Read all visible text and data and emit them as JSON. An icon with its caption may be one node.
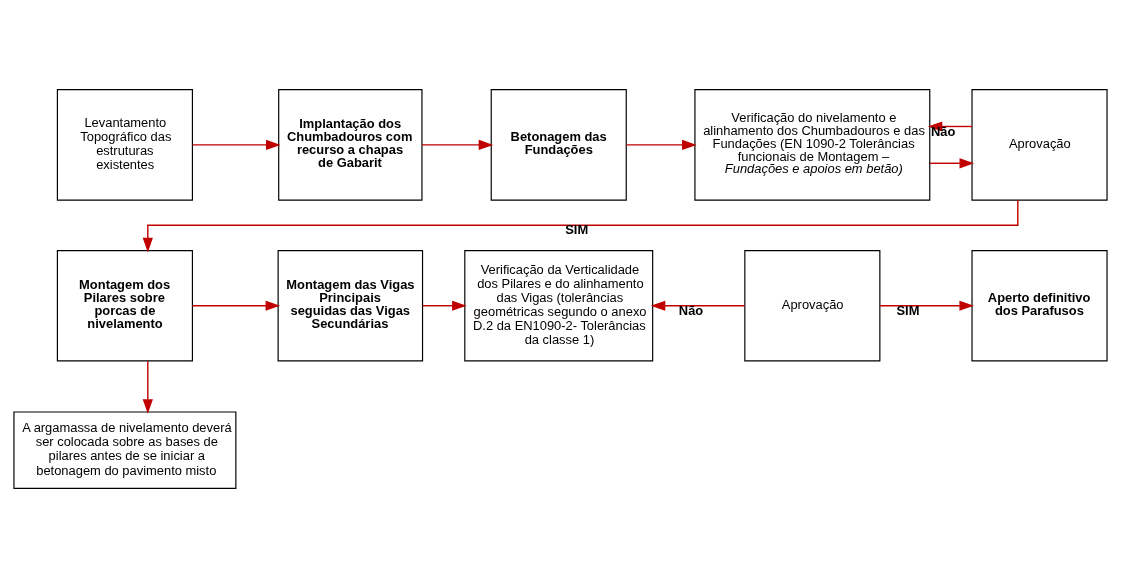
{
  "diagram": {
    "nodes": [
      {
        "text": [
          "Levantamento Topográfico das estruturas existentes"
        ]
      },
      {
        "text": [
          "Implantação dos Chumbadouros com recurso a chapas de Gabarit"
        ]
      },
      {
        "text": [
          "Betonagem das Fundações"
        ]
      },
      {
        "text": [
          "Verificação do nivelamento e alinhamento dos Chumbadouros e das Fundações (EN 1090-2 Tolerâncias funcionais de Montagem – *Fundações e apoios em betão)*"
        ]
      },
      {
        "text": [
          "Aprovação"
        ]
      },
      {
        "text": [
          "Montagem dos Pilares sobre porcas de nivelamento"
        ]
      },
      {
        "text": [
          "Montagem das Vigas Principais seguidas das Vigas Secundárias"
        ]
      },
      {
        "text": [
          "Verificação da Verticalidade dos Pilares e do alinhamento das Vigas (tolerâncias geométricas segundo o anexo D.2 da EN1090-2- Tolerâncias da classe 1)"
        ]
      },
      {
        "text": [
          "Aprovação"
        ]
      },
      {
        "text": [
          "Aperto definitivo dos Parafusos"
        ]
      },
      {
        "text": [
          "A argamassa de nivelamento deverá ser colocada sobre as bases de pilares antes de se iniciar a betonagem do pavimento misto"
        ]
      }
    ],
    "edges": [
      {
        "from": 0,
        "to": 1,
        "arrow": "to"
      },
      {
        "from": 1,
        "to": 2,
        "arrow": "to"
      },
      {
        "from": 2,
        "to": 3,
        "arrow": "to"
      },
      {
        "from": 3,
        "to": 4,
        "arrow": "to"
      },
      {
        "from": 4,
        "to": 3,
        "arrow": "to",
        "label": "Não"
      },
      {
        "from": 4,
        "to": 5,
        "arrow": "to",
        "label": "SIM"
      },
      {
        "from": 5,
        "to": 6,
        "arrow": "to"
      },
      {
        "from": 6,
        "to": 7,
        "arrow": "to"
      },
      {
        "from": 8,
        "to": 7,
        "arrow": "to",
        "label": "Não"
      },
      {
        "from": 8,
        "to": 9,
        "arrow": "to",
        "label": "SIM"
      },
      {
        "from": 5,
        "to": 10,
        "arrow": "to"
      }
    ]
  }
}
